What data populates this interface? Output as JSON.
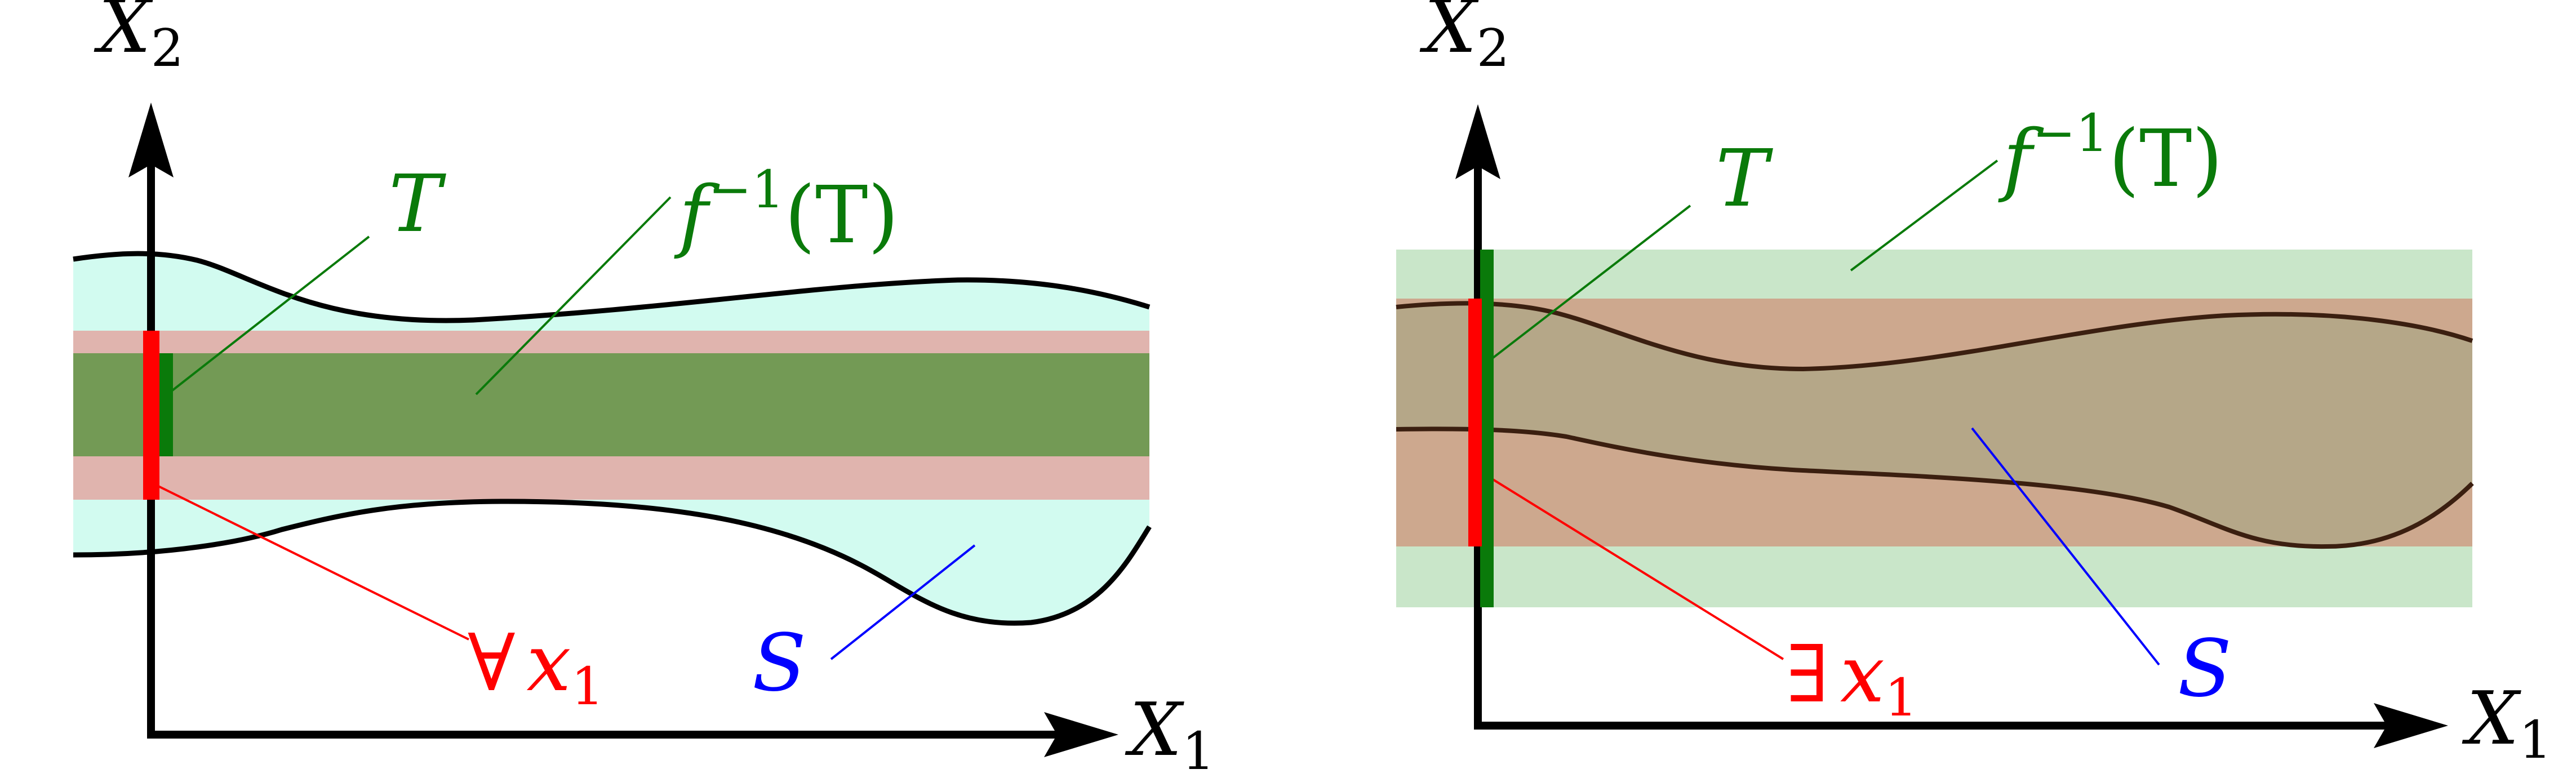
{
  "colors": {
    "axis": "#000000",
    "green": "#0a7a0a",
    "red": "#ff0000",
    "blue": "#0000ff",
    "cyan_fill": "#d2fbf0",
    "pink_band": "#e0b4ae",
    "green_band": "#739a55",
    "light_green": "#c9e6c9",
    "brown_band": "#cda88e",
    "olive_fill": "#b5a788",
    "dark_curve": "#3b1f10"
  },
  "left": {
    "x2": {
      "main": "X",
      "sub": "2"
    },
    "x1": {
      "main": "X",
      "sub": "1"
    },
    "t_label": "T",
    "preimage": {
      "f": "f",
      "sup": "−1",
      "arg": "(T)"
    },
    "quant": {
      "sym": "∀",
      "var": "x",
      "sub": "1"
    },
    "s_label": "S"
  },
  "right": {
    "x2": {
      "main": "X",
      "sub": "2"
    },
    "x1": {
      "main": "X",
      "sub": "1"
    },
    "t_label": "T",
    "preimage": {
      "f": "f",
      "sup": "−1",
      "arg": "(T)"
    },
    "quant": {
      "sym": "∃",
      "var": "x",
      "sub": "1"
    },
    "s_label": "S"
  }
}
